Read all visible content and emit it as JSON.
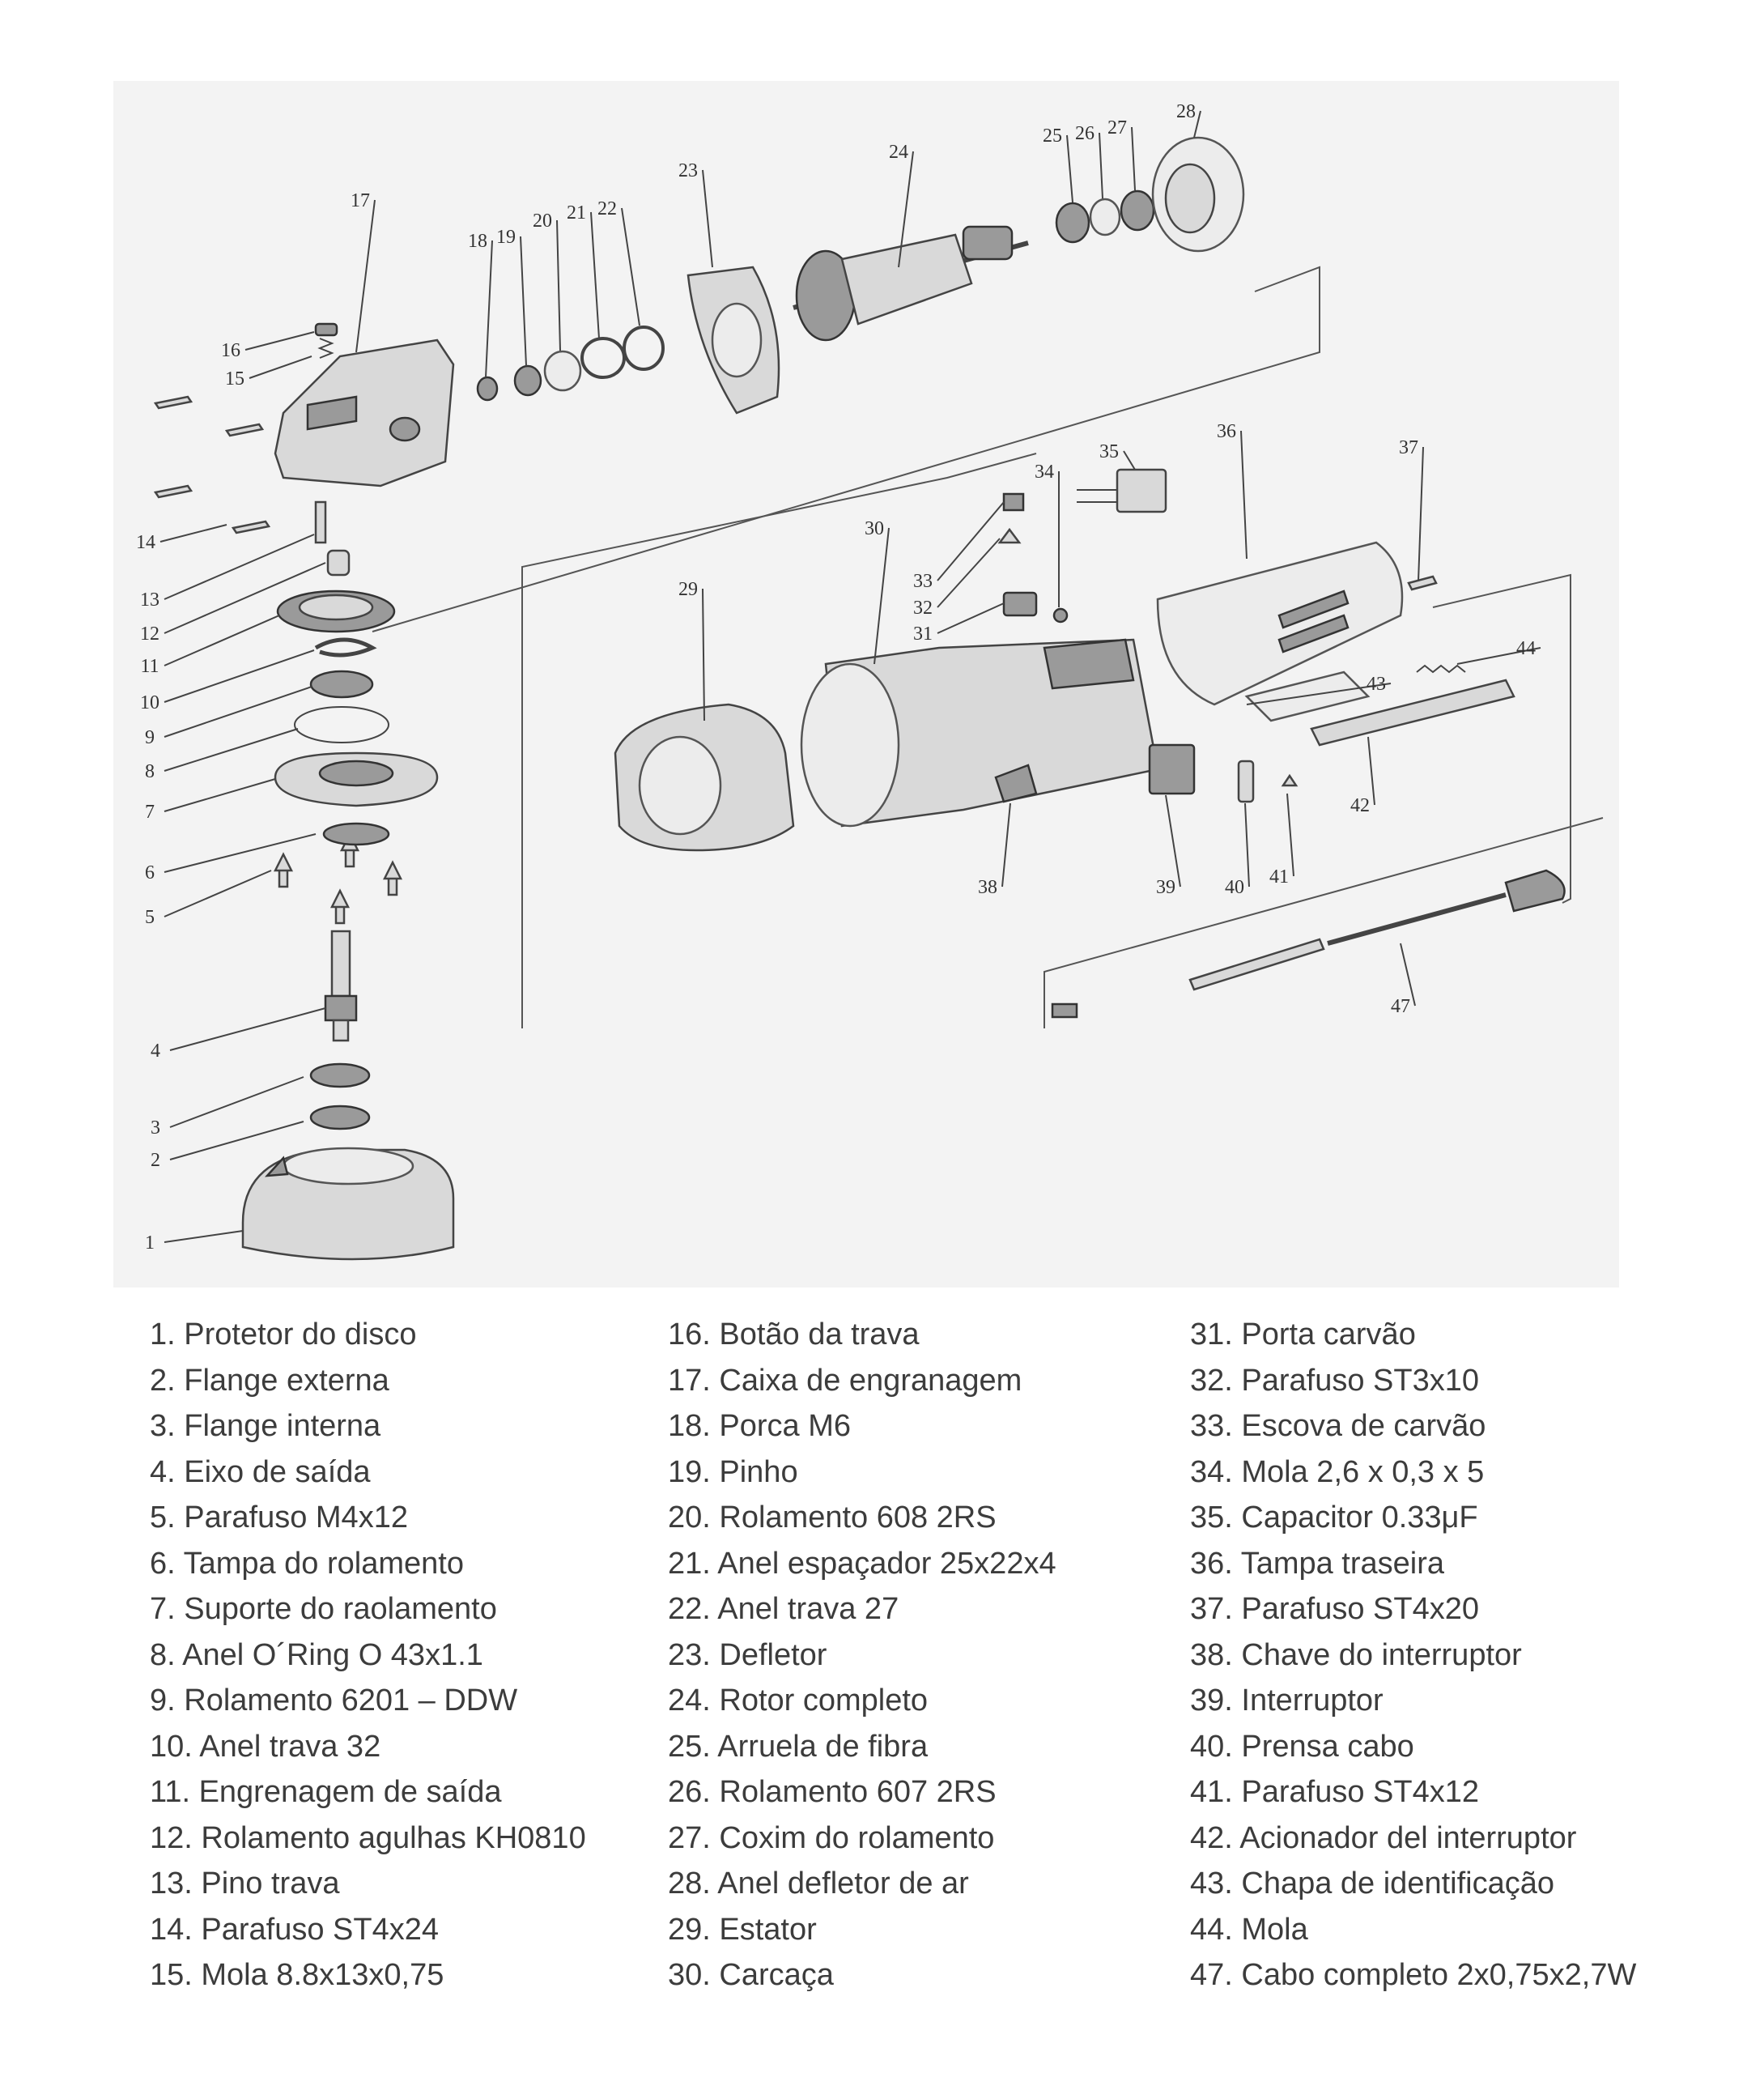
{
  "callouts": [
    "1",
    "2",
    "3",
    "4",
    "5",
    "6",
    "7",
    "8",
    "9",
    "10",
    "11",
    "12",
    "13",
    "14",
    "15",
    "16",
    "17",
    "18",
    "19",
    "20",
    "21",
    "22",
    "23",
    "24",
    "25",
    "26",
    "27",
    "28",
    "29",
    "30",
    "31",
    "32",
    "33",
    "34",
    "35",
    "36",
    "37",
    "38",
    "39",
    "40",
    "41",
    "42",
    "43",
    "44",
    "47"
  ],
  "legend": {
    "columns": [
      [
        "1. Protetor do disco",
        "2. Flange externa",
        "3. Flange interna",
        "4. Eixo de saída",
        "5. Parafuso M4x12",
        "6. Tampa do rolamento",
        "7. Suporte do raolamento",
        "8. Anel O´Ring O 43x1.1",
        "9. Rolamento 6201 – DDW",
        "10. Anel trava 32",
        "11. Engrenagem de saída",
        "12. Rolamento agulhas KH0810",
        "13. Pino trava",
        "14. Parafuso ST4x24",
        "15. Mola 8.8x13x0,75"
      ],
      [
        "16. Botão da trava",
        "17. Caixa de engranagem",
        "18. Porca M6",
        "19. Pinho",
        "20. Rolamento 608 2RS",
        "21. Anel espaçador 25x22x4",
        "22. Anel trava 27",
        "23. Defletor",
        "24. Rotor completo",
        "25. Arruela de fibra",
        "26. Rolamento 607 2RS",
        "27. Coxim do rolamento",
        "28. Anel defletor de ar",
        "29. Estator",
        "30. Carcaça"
      ],
      [
        "31. Porta carvão",
        "32. Parafuso ST3x10",
        "33. Escova de carvão",
        "34. Mola 2,6 x 0,3 x 5",
        "35. Capacitor 0.33μF",
        "36. Tampa traseira",
        "37. Parafuso ST4x20",
        "38. Chave do interruptor",
        "39. Interruptor",
        "40. Prensa cabo",
        "41. Parafuso ST4x12",
        "42. Acionador del interruptor",
        "43. Chapa de identificação",
        "44. Mola",
        "47. Cabo completo 2x0,75x2,7W"
      ]
    ]
  }
}
